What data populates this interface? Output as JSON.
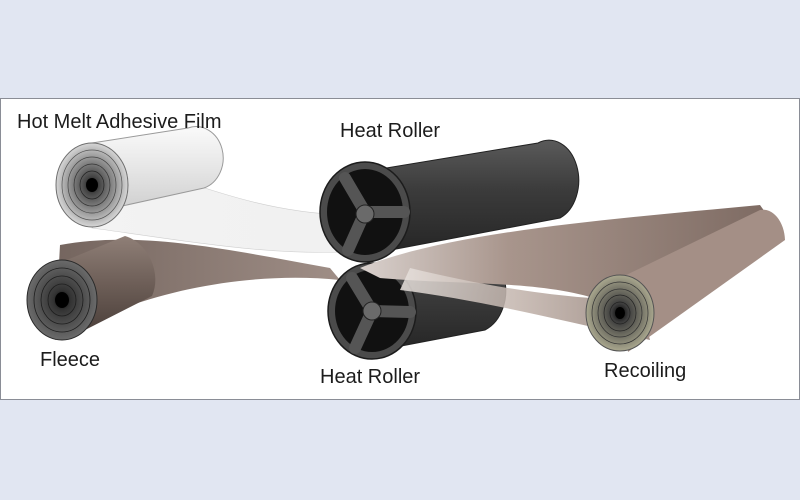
{
  "labels": {
    "film": "Hot Melt Adhesive Film",
    "heat_roller_top": "Heat Roller",
    "fleece": "Fleece",
    "heat_roller_bottom": "Heat Roller",
    "recoiling": "Recoiling"
  },
  "colors": {
    "background": "#e1e6f2",
    "panel": "#ffffff",
    "roller": "#3a3a3a",
    "fleece": "#7a6a62",
    "film": "#efefef",
    "recoil": "#9e8a80"
  }
}
